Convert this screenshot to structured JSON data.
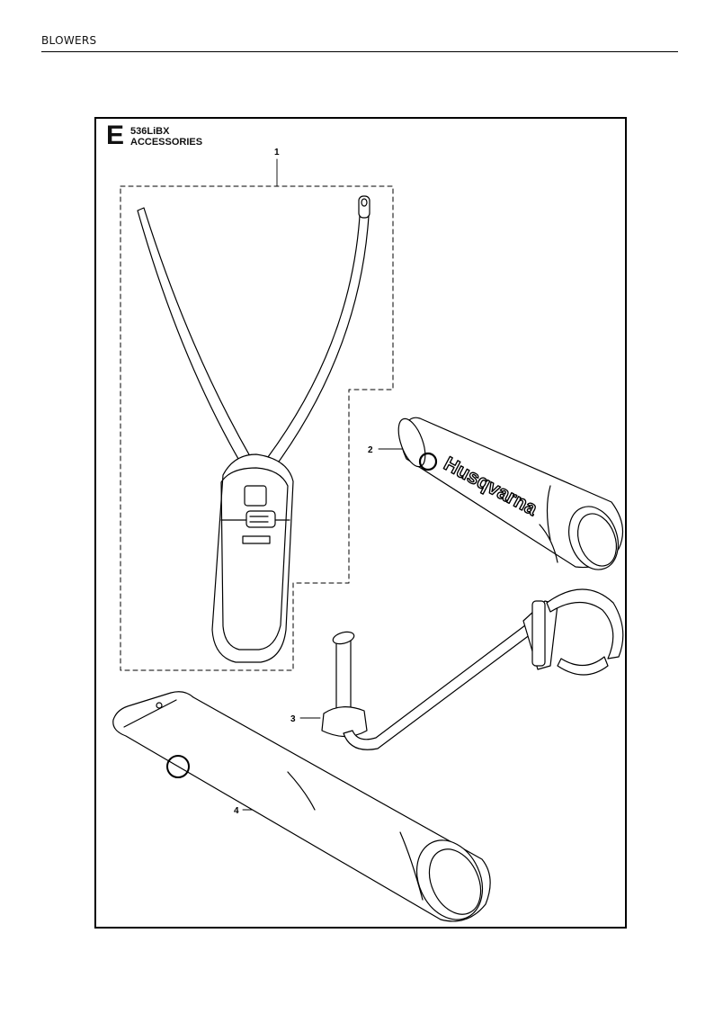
{
  "header": {
    "section": "BLOWERS"
  },
  "figure": {
    "letter": "E",
    "model": "536LiBX",
    "title": "ACCESSORIES",
    "brand_text": "Husqvarna",
    "callouts": [
      {
        "id": "1",
        "label": "1"
      },
      {
        "id": "2",
        "label": "2"
      },
      {
        "id": "3",
        "label": "3"
      },
      {
        "id": "4",
        "label": "4"
      }
    ]
  }
}
